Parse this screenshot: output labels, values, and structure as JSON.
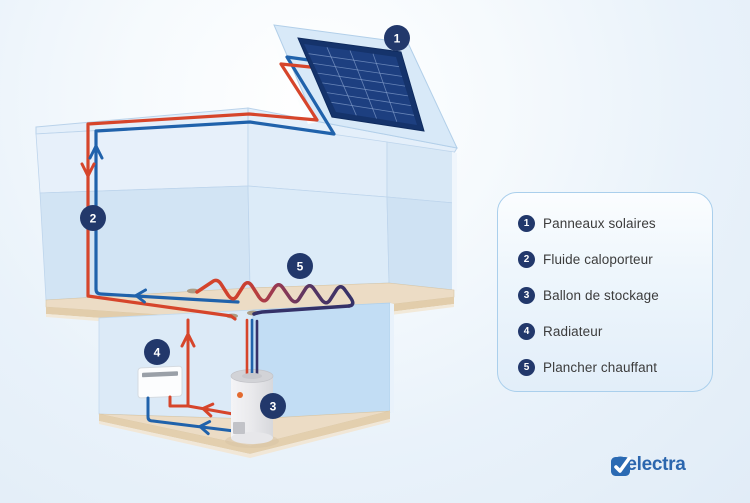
{
  "colors": {
    "pipe_hot": "#d6452b",
    "pipe_cold": "#2062ab",
    "pipe_return": "#343168",
    "badge": "#22386b",
    "brand_blue": "#2b66ae",
    "floor_tan": "#ecdcc5",
    "panel_navy": "#1d3f80"
  },
  "diagram": {
    "badges": [
      {
        "num": "1"
      },
      {
        "num": "2"
      },
      {
        "num": "3"
      },
      {
        "num": "4"
      },
      {
        "num": "5"
      }
    ],
    "components": {
      "panel": "solar-panel",
      "fluid": "heat-transfer-pipes",
      "tank": "storage-tank",
      "radiator": "radiator",
      "floor": "heated-floor-coil"
    }
  },
  "legend": {
    "items": [
      {
        "num": "1",
        "label": "Panneaux solaires"
      },
      {
        "num": "2",
        "label": "Fluide caloporteur"
      },
      {
        "num": "3",
        "label": "Ballon de stockage"
      },
      {
        "num": "4",
        "label": "Radiateur"
      },
      {
        "num": "5",
        "label": "Plancher chauffant"
      }
    ]
  },
  "logo": {
    "text": "Selectra"
  }
}
